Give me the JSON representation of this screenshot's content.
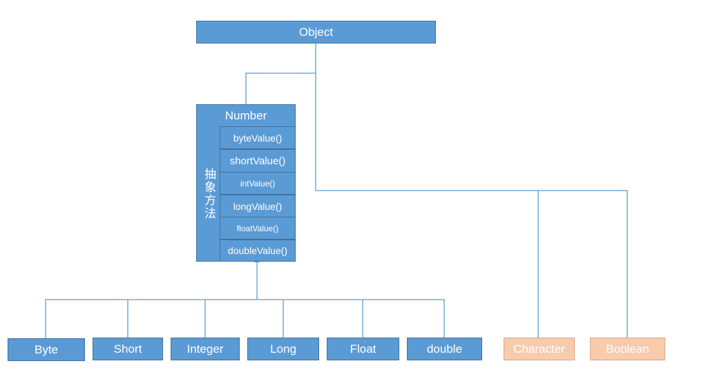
{
  "root": {
    "label": "Object"
  },
  "number": {
    "title": "Number",
    "abstract_label": "抽象方法",
    "methods": [
      "byteValue()",
      "shortValue()",
      "intValue()",
      "longValue()",
      "floatValue()",
      "doubleValue()"
    ]
  },
  "subclasses": [
    "Byte",
    "Short",
    "Integer",
    "Long",
    "Float",
    "double"
  ],
  "other_classes": [
    "Character",
    "Boolean"
  ],
  "colors": {
    "box_fill": "#5b9bd5",
    "box_border": "#41719c",
    "connector": "#5b9bd5",
    "highlight_fill": "#f8cbad"
  }
}
